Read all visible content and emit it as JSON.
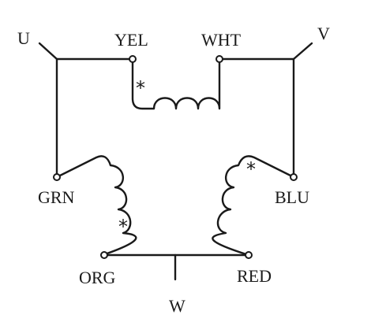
{
  "terminals": {
    "u": "U",
    "v": "V",
    "w": "W"
  },
  "leads": {
    "yel": "YEL",
    "wht": "WHT",
    "grn": "GRN",
    "blu": "BLU",
    "org": "ORG",
    "red": "RED"
  },
  "polarity_mark": "*",
  "colors": {
    "ink": "#1a1a1a",
    "background": "#ffffff"
  }
}
